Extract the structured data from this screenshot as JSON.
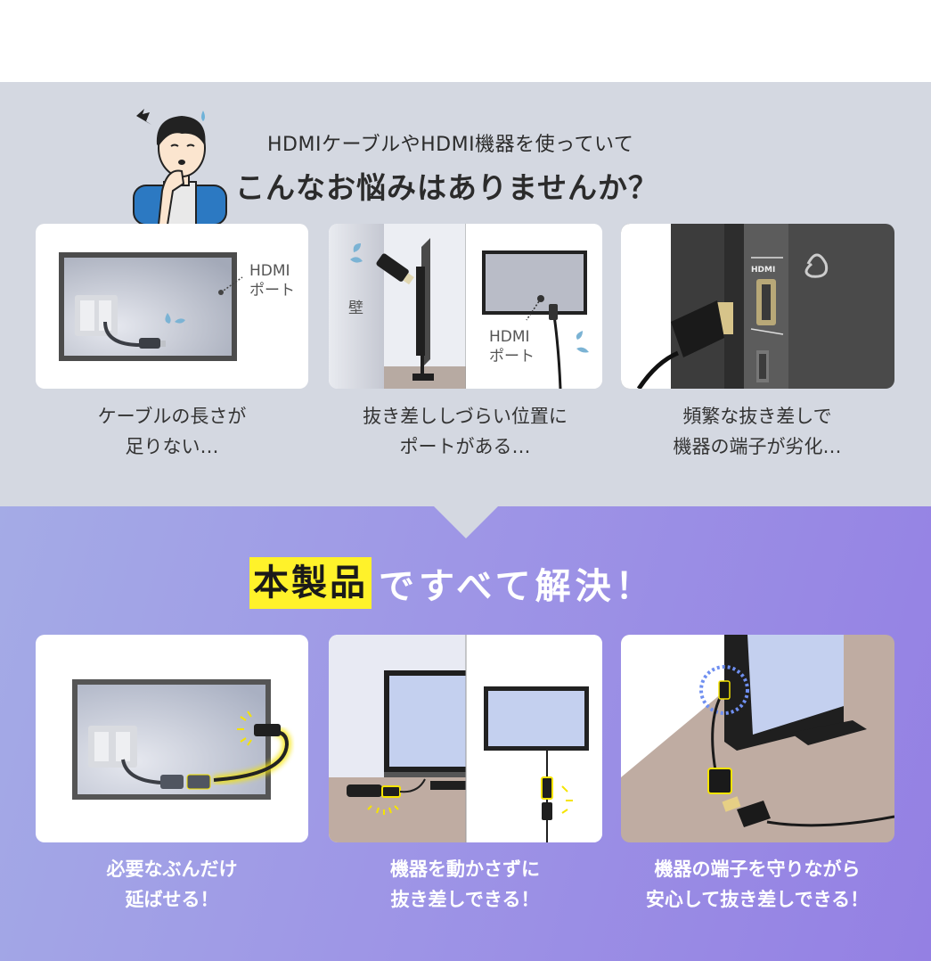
{
  "problem_section": {
    "subtitle": "HDMIケーブルやHDMI機器を使っていて",
    "title": "こんなお悩みはありませんか？",
    "cards": [
      {
        "caption_line1": "ケーブルの長さが",
        "caption_line2": "足りない…",
        "label_line1": "HDMI",
        "label_line2": "ポート"
      },
      {
        "caption_line1": "抜き差ししづらい位置に",
        "caption_line2": "ポートがある…",
        "wall_label": "壁",
        "label_line1": "HDMI",
        "label_line2": "ポート"
      },
      {
        "caption_line1": "頻繁な抜き差しで",
        "caption_line2": "機器の端子が劣化…",
        "port_label": "HDMI"
      }
    ]
  },
  "solution_section": {
    "highlight": "本製品",
    "title_rest": "ですべて解決！",
    "cards": [
      {
        "caption_line1": "必要なぶんだけ",
        "caption_line2": "延ばせる！"
      },
      {
        "caption_line1": "機器を動かさずに",
        "caption_line2": "抜き差しできる！"
      },
      {
        "caption_line1": "機器の端子を守りながら",
        "caption_line2": "安心して抜き差しできる！"
      }
    ]
  },
  "colors": {
    "problem_bg": "#d4d8e1",
    "solution_gradient_start": "#a4abe6",
    "solution_gradient_end": "#9480e3",
    "highlight": "#fff22a",
    "glow": "#f5e400",
    "ring": "#6f8ff0"
  }
}
